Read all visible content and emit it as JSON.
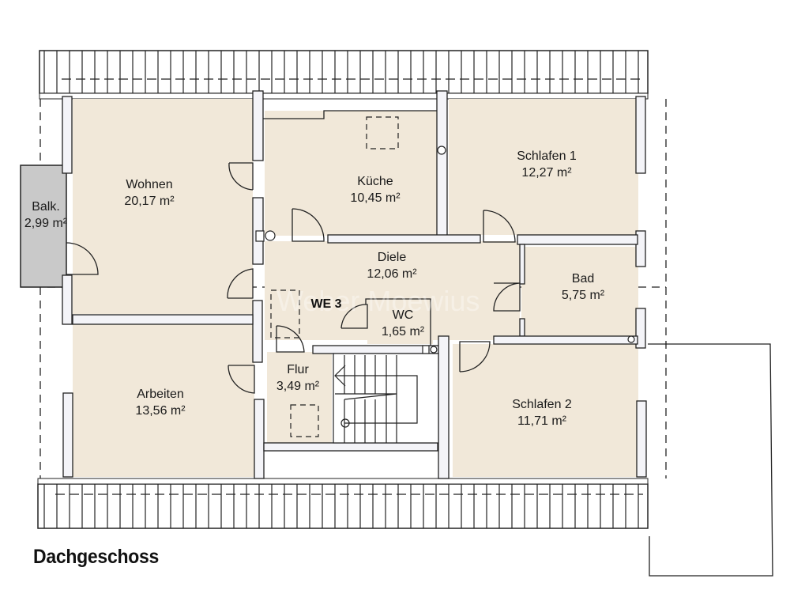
{
  "floor_title": "Dachgeschoss",
  "unit_label": "WE 3",
  "watermark": "Weber Moewius",
  "colors": {
    "room_fill": "#f1e8d9",
    "balcony_fill": "#c8c8c8",
    "wall_fill": "#f4f4f8",
    "line": "#222222",
    "roof_hatch_bg": "#ffffff"
  },
  "rooms": [
    {
      "id": "wohnen",
      "name": "Wohnen",
      "area": "20,17 m²"
    },
    {
      "id": "balkon",
      "name": "Balk.",
      "area": "2,99 m²"
    },
    {
      "id": "kueche",
      "name": "Küche",
      "area": "10,45 m²"
    },
    {
      "id": "schlafen1",
      "name": "Schlafen 1",
      "area": "12,27 m²"
    },
    {
      "id": "diele",
      "name": "Diele",
      "area": "12,06 m²"
    },
    {
      "id": "bad",
      "name": "Bad",
      "area": "5,75 m²"
    },
    {
      "id": "wc",
      "name": "WC",
      "area": "1,65 m²"
    },
    {
      "id": "flur",
      "name": "Flur",
      "area": "3,49 m²"
    },
    {
      "id": "arbeiten",
      "name": "Arbeiten",
      "area": "13,56 m²"
    },
    {
      "id": "schlafen2",
      "name": "Schlafen 2",
      "area": "11,71 m²"
    }
  ]
}
